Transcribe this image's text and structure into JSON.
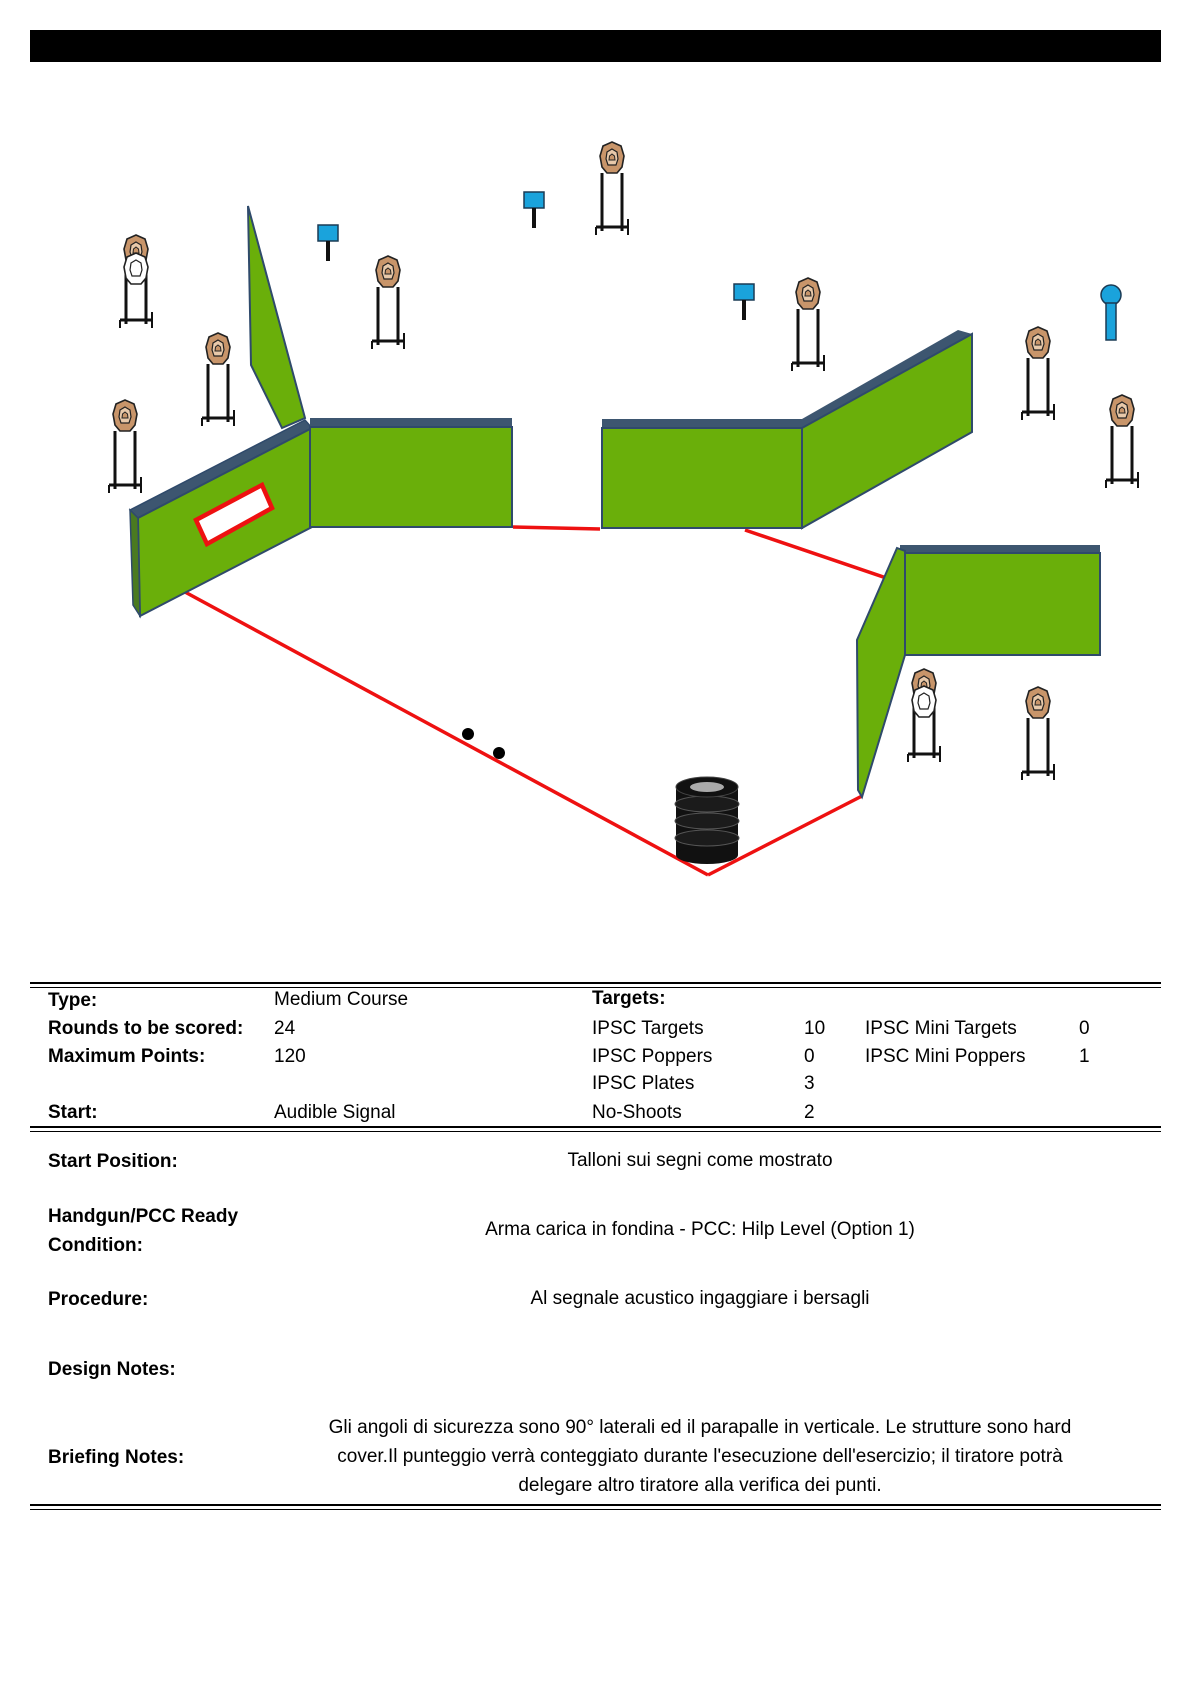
{
  "info": {
    "type_label": "Type:",
    "type_value": "Medium Course",
    "rounds_label": "Rounds to be scored:",
    "rounds_value": "24",
    "points_label": "Maximum Points:",
    "points_value": "120",
    "start_label": "Start:",
    "start_value": "Audible Signal"
  },
  "targets": {
    "header": "Targets:",
    "items": [
      {
        "label": "IPSC Targets",
        "value": "10"
      },
      {
        "label": "IPSC Poppers",
        "value": "0"
      },
      {
        "label": "IPSC Plates",
        "value": "3"
      },
      {
        "label": "No-Shoots",
        "value": "2"
      }
    ],
    "mini": [
      {
        "label": "IPSC Mini Targets",
        "value": "0"
      },
      {
        "label": "IPSC Mini Poppers",
        "value": "1"
      }
    ]
  },
  "details": {
    "start_position_label": "Start Position:",
    "start_position_value": "Talloni sui segni come mostrato",
    "ready_label_1": "Handgun/PCC Ready",
    "ready_label_2": "Condition:",
    "ready_value": "Arma carica in fondina - PCC: Hilp Level (Option 1)",
    "procedure_label": "Procedure:",
    "procedure_value": "Al segnale acustico ingaggiare i bersagli",
    "design_label": "Design Notes:",
    "design_value": "",
    "briefing_label": "Briefing Notes:",
    "briefing_line_1": "Gli angoli di sicurezza sono 90° laterali ed il parapalle in verticale. Le strutture sono hard",
    "briefing_line_2": "cover.Il punteggio verrà conteggiato durante l'esecuzione dell'esercizio; il tiratore potrà",
    "briefing_line_3": "delegare altro tiratore alla verifica  dei punti."
  },
  "colors": {
    "wall_green": "#6aaf0a",
    "wall_edge": "#2f4a6b",
    "fault_line": "#ee1111",
    "target_tan": "#c8956a",
    "plate_blue": "#1aa3dc"
  }
}
